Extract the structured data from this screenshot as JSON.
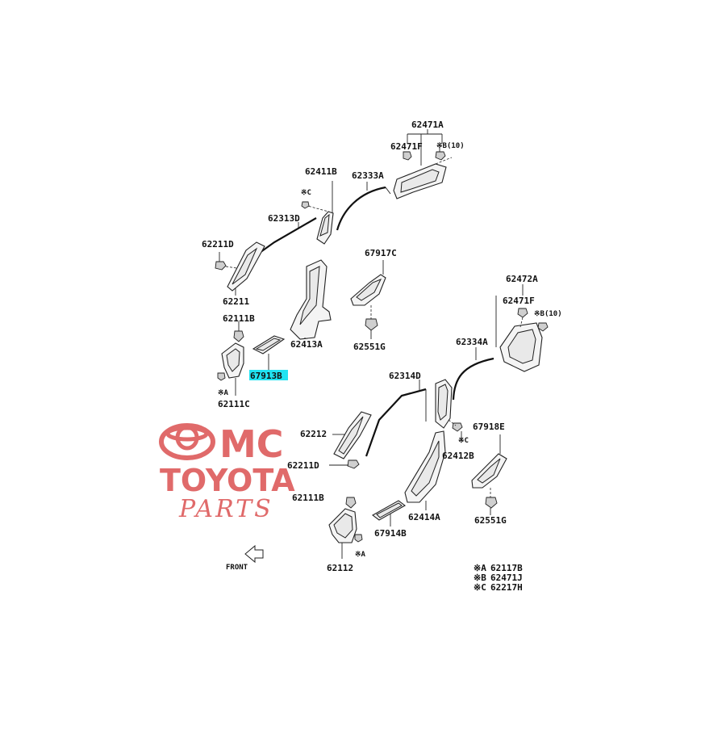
{
  "diagram": {
    "labels": {
      "p62471A": "62471A",
      "p62471F_top": "62471F",
      "pB10_top": "※B(10)",
      "p62411B": "62411B",
      "p62333A": "62333A",
      "pC_top": "※C",
      "p62313D": "62313D",
      "p62211D_top": "62211D",
      "p62211": "62211",
      "p67917C": "67917C",
      "p62413A": "62413A",
      "p62551G_top": "62551G",
      "p62111B_top": "62111B",
      "p67913B": "67913B",
      "pA_left": "※A",
      "p62111C": "62111C",
      "p62472A": "62472A",
      "p62471F_right": "62471F",
      "pB10_right": "※B(10)",
      "p62334A": "62334A",
      "p62314D": "62314D",
      "p62212": "62212",
      "p62211D_mid": "62211D",
      "pC_mid": "※C",
      "p62412B": "62412B",
      "p67918E": "67918E",
      "p62111B_mid": "62111B",
      "p67914B": "67914B",
      "p62414A": "62414A",
      "p62551G_bot": "62551G",
      "pA_bot": "※A",
      "p62112": "62112",
      "front": "FRONT"
    },
    "legend": [
      {
        "mark": "※A",
        "part": "62117B"
      },
      {
        "mark": "※B",
        "part": "62471J"
      },
      {
        "mark": "※C",
        "part": "62217H"
      }
    ],
    "highlight_color": "#20e3f2"
  },
  "watermark": {
    "line1": "MC",
    "line2": "TOYOTA",
    "line3": "PARTS",
    "color": "#e06a6a"
  }
}
